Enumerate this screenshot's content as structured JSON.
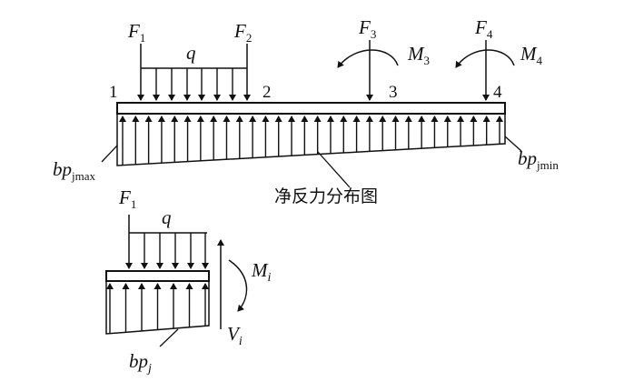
{
  "upper": {
    "forces": [
      {
        "sym": "F",
        "sub": "1"
      },
      {
        "sym": "F",
        "sub": "2"
      },
      {
        "sym": "F",
        "sub": "3"
      },
      {
        "sym": "F",
        "sub": "4"
      }
    ],
    "q": "q",
    "moments": [
      {
        "sym": "M",
        "sub": "3"
      },
      {
        "sym": "M",
        "sub": "4"
      }
    ],
    "nodes": [
      "1",
      "2",
      "3",
      "4"
    ],
    "bp_max": {
      "sym": "bp",
      "sub": "jmax"
    },
    "bp_min": {
      "sym": "bp",
      "sub": "jmin"
    },
    "caption": "净反力分布图"
  },
  "lower": {
    "force": {
      "sym": "F",
      "sub": "1"
    },
    "q": "q",
    "moment": {
      "sym": "M",
      "sub": "i"
    },
    "shear": {
      "sym": "V",
      "sub": "i"
    },
    "bp": {
      "sym": "bp",
      "sub": "j"
    }
  }
}
